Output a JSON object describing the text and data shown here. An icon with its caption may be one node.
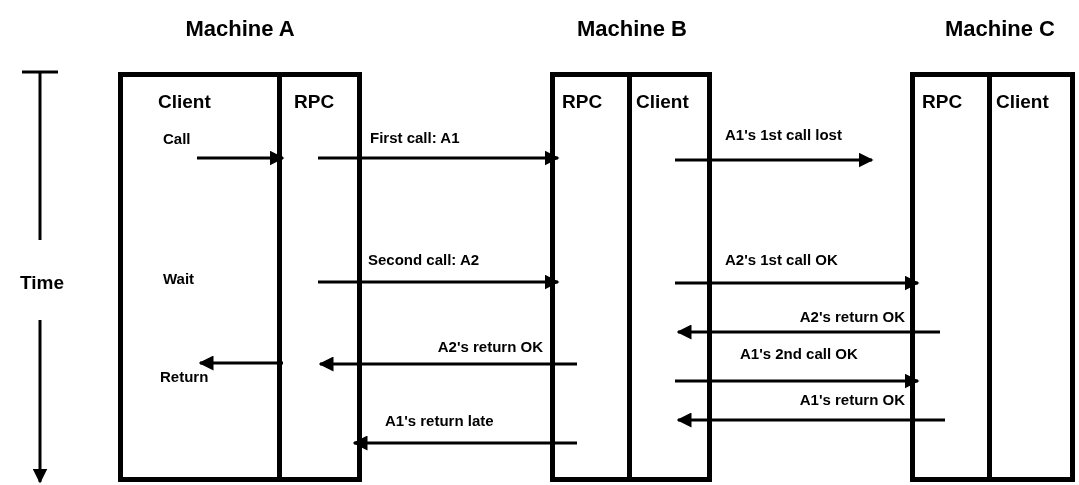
{
  "diagram": {
    "nodes": [
      {
        "text": [
          "Machine A"
        ]
      },
      {
        "text": [
          "Client"
        ],
        "in": 0
      },
      {
        "text": [
          "RPC"
        ],
        "in": 0
      },
      {
        "text": [
          "Machine B"
        ]
      },
      {
        "text": [
          "RPC"
        ],
        "in": 3
      },
      {
        "text": [
          "Client"
        ],
        "in": 3
      },
      {
        "text": [
          "Machine C"
        ]
      },
      {
        "text": [
          "RPC"
        ],
        "in": 6
      },
      {
        "text": [
          "Client"
        ],
        "in": 6
      }
    ],
    "edges": [
      {
        "from": 1,
        "to": 2,
        "arrow": "to",
        "label": "Call"
      },
      {
        "from": 2,
        "to": 4,
        "arrow": "to",
        "label": "First call: A1"
      },
      {
        "from": 5,
        "to": null,
        "arrow": "to",
        "label": "A1's 1st call lost"
      },
      {
        "from": 2,
        "to": 4,
        "arrow": "to",
        "label": "Second call: A2"
      },
      {
        "from": 5,
        "to": 7,
        "arrow": "to",
        "label": "A2's 1st call OK"
      },
      {
        "from": 7,
        "to": 5,
        "arrow": "to",
        "label": "A2's return OK"
      },
      {
        "from": 4,
        "to": 2,
        "arrow": "to",
        "label": "A2's return OK"
      },
      {
        "from": 2,
        "to": 1,
        "arrow": "to",
        "label": "Return"
      },
      {
        "from": 5,
        "to": 7,
        "arrow": "to",
        "label": "A1's 2nd call OK"
      },
      {
        "from": 7,
        "to": 5,
        "arrow": "to",
        "label": "A1's return OK"
      },
      {
        "from": 4,
        "to": 2,
        "arrow": "to",
        "label": "A1's return late"
      }
    ],
    "labels": [
      "Time",
      "Wait"
    ]
  }
}
